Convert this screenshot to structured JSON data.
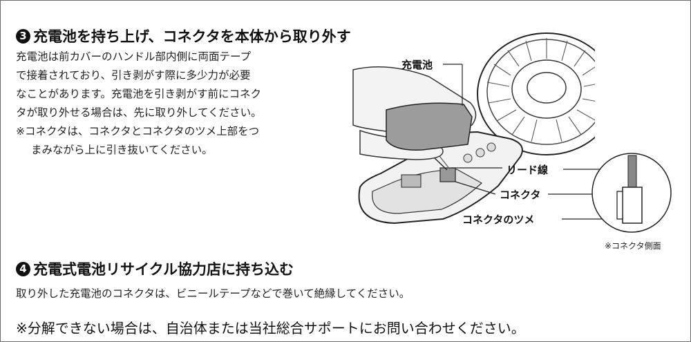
{
  "step3": {
    "number": "3",
    "title": "充電池を持ち上げ、コネクタを本体から取り外す",
    "paragraph_lines": [
      "充電池は前カバーのハンドル部内側に両面テープ",
      "で接着されており、引き剥がす際に多少力が必要",
      "なことがあります。充電池を引き剥がす前にコネク",
      "タが取り外せる場合は、先に取り外してください。"
    ],
    "note_lines": [
      "※コネクタは、コネクタとコネクタのツメ上部をつ",
      "まみながら上に引き抜いてください。"
    ]
  },
  "diagram": {
    "label_battery": "充電池",
    "label_lead_wire": "リード線",
    "label_connector": "コネクタ",
    "label_connector_tab": "コネクタのツメ",
    "inset_caption": "※コネクタ側面"
  },
  "step4": {
    "number": "4",
    "title": "充電式電池リサイクル協力店に持ち込む",
    "paragraph": "取り外した充電池のコネクタは、ビニールテープなどで巻いて絶縁してください。"
  },
  "footer_note": "※分解できない場合は、自治体または当社総合サポートにお問い合わせください。"
}
